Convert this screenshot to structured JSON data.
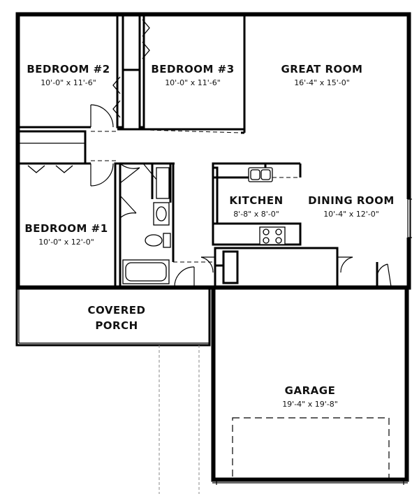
{
  "rooms": {
    "bedroom2": {
      "name": "BEDROOM #2",
      "dim": "10'-0\" x 11'-6\""
    },
    "bedroom3": {
      "name": "BEDROOM #3",
      "dim": "10'-0\" x 11'-6\""
    },
    "great_room": {
      "name": "GREAT ROOM",
      "dim": "16'-4\" x 15'-0\""
    },
    "bedroom1": {
      "name": "BEDROOM #1",
      "dim": "10'-0\" x 12'-0\""
    },
    "kitchen": {
      "name": "KITCHEN",
      "dim": "8'-8\" x 8'-0\""
    },
    "dining_room": {
      "name": "DINING ROOM",
      "dim": "10'-4\" x 12'-0\""
    },
    "porch": {
      "line1": "COVERED",
      "line2": "PORCH"
    },
    "garage": {
      "name": "GARAGE",
      "dim": "19'-4\" x 19'-8\""
    }
  }
}
